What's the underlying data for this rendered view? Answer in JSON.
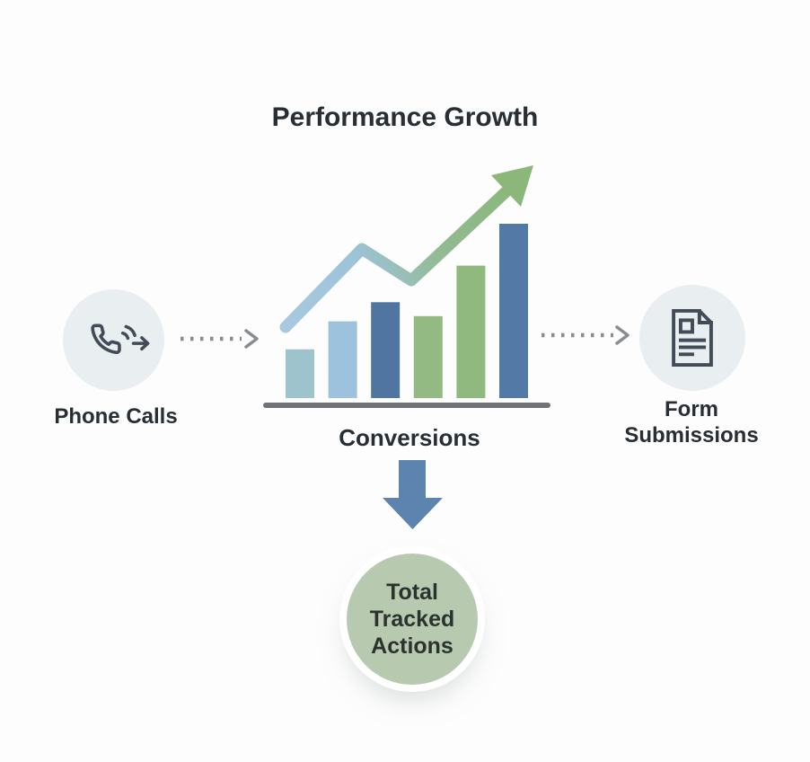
{
  "title": "Performance Growth",
  "nodes": {
    "phone": {
      "label": "Phone Calls",
      "icon": "phone-outgoing-icon"
    },
    "form": {
      "label": "Form Submissions",
      "icon": "document-icon"
    },
    "total": {
      "label": "Total Tracked Actions"
    }
  },
  "connectors": {
    "left_dotted_arrow": "phone-calls-to-chart",
    "right_dotted_arrow": "chart-to-form-submissions",
    "down_arrow": "conversions-to-total-tracked-actions"
  },
  "colors": {
    "background": "#fdfdfd",
    "text": "#272e34",
    "node_circle_bg": "#e9eef1",
    "icon_stroke": "#414c56",
    "baseline": "#6e7377",
    "down_arrow": "#5d83af",
    "dotted_arrow": "#888d90",
    "total_circle_bg": "#b7cab0"
  },
  "chart_data": {
    "type": "bar",
    "title": "Performance Growth",
    "caption": "Conversions",
    "values": [
      28,
      44,
      55,
      47,
      76,
      100
    ],
    "ylim": [
      0,
      100
    ],
    "grid": false,
    "legend": false,
    "bar_colors": [
      "#9dc3cd",
      "#9cc2de",
      "#4f75a0",
      "#93ba83",
      "#90b980",
      "#5379a7"
    ],
    "trend_line": {
      "shape": "rise-dip-rise",
      "points": [
        [
          38,
          196
        ],
        [
          123,
          109
        ],
        [
          178,
          144
        ],
        [
          286,
          43
        ]
      ],
      "arrowhead": [
        [
          314,
          16
        ],
        [
          300,
          62
        ],
        [
          267,
          27
        ]
      ],
      "gradient": [
        "#a8c9e0",
        "#8bb77a"
      ]
    }
  }
}
